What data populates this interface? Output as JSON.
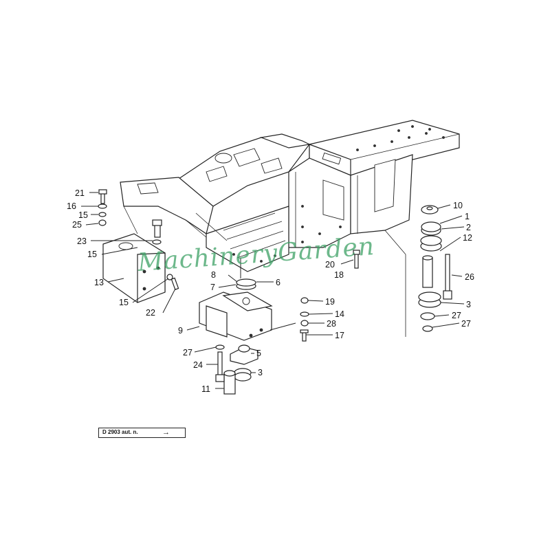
{
  "diagram": {
    "callouts": [
      "1",
      "2",
      "3",
      "3",
      "5",
      "6",
      "7",
      "8",
      "9",
      "10",
      "11",
      "12",
      "13",
      "14",
      "15",
      "15",
      "15",
      "16",
      "17",
      "18",
      "19",
      "20",
      "21",
      "22",
      "23",
      "24",
      "25",
      "26",
      "27",
      "27",
      "28"
    ]
  },
  "reference": {
    "code": "D 2903 aut. n.",
    "arrow": "→"
  },
  "watermark": {
    "text": "MachineryGarden"
  }
}
